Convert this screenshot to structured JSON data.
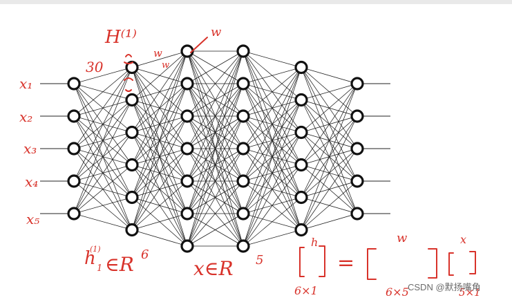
{
  "diagram": {
    "inputs": [
      "x₁",
      "x₂",
      "x₃",
      "x₄",
      "x₅"
    ],
    "layer_sizes": [
      5,
      6,
      7,
      7,
      6,
      5
    ],
    "annotations": {
      "H_label": "H⁽¹⁾",
      "width_30": "30",
      "w_top": "w",
      "w_left": "w",
      "w_left2": "w",
      "h_in_R6_h": "h",
      "h_in_R6_sup": "(1)",
      "h_in_R6_sub": "1",
      "h_in_R6_rest": "∈R",
      "h_in_R6_exp": "6",
      "x_in_R5": "x∈R",
      "x_in_R5_exp": "5",
      "matrix_h": "h",
      "matrix_eq": "=",
      "matrix_w": "w",
      "matrix_x": "x",
      "dim_6x1": "6×1",
      "dim_6x5": "6×5",
      "dim_5x1": "5×1"
    },
    "colors": {
      "ink": "#d8322a",
      "node": "#111111"
    }
  },
  "watermark": "CSDN @默扬嘴角"
}
